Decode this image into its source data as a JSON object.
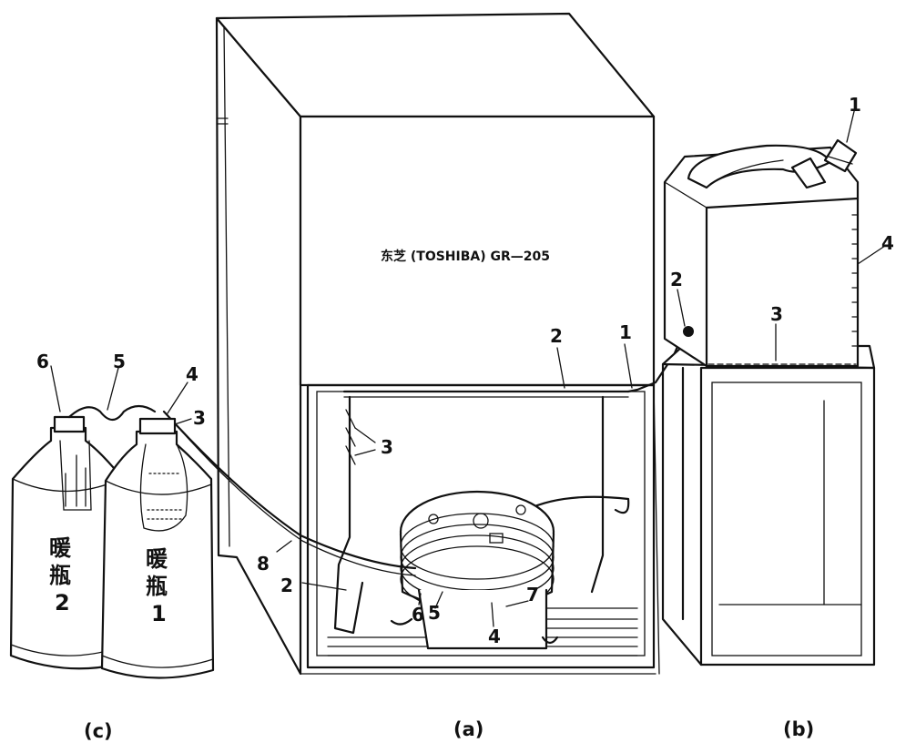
{
  "model_label": "东芝 (TOSHIBA) GR—205",
  "bottle1_label": [
    "暖",
    "瓶",
    "1"
  ],
  "bottle2_label": [
    "暖",
    "瓶",
    "2"
  ],
  "captions": {
    "c": "(c)",
    "a": "(a)",
    "b": "(b)"
  },
  "callouts": {
    "c": [
      "6",
      "5",
      "4",
      "3"
    ],
    "a": [
      "2",
      "1",
      "3",
      "8",
      "2",
      "6",
      "5",
      "4",
      "7"
    ],
    "b": [
      "1",
      "4",
      "2",
      "3"
    ]
  }
}
